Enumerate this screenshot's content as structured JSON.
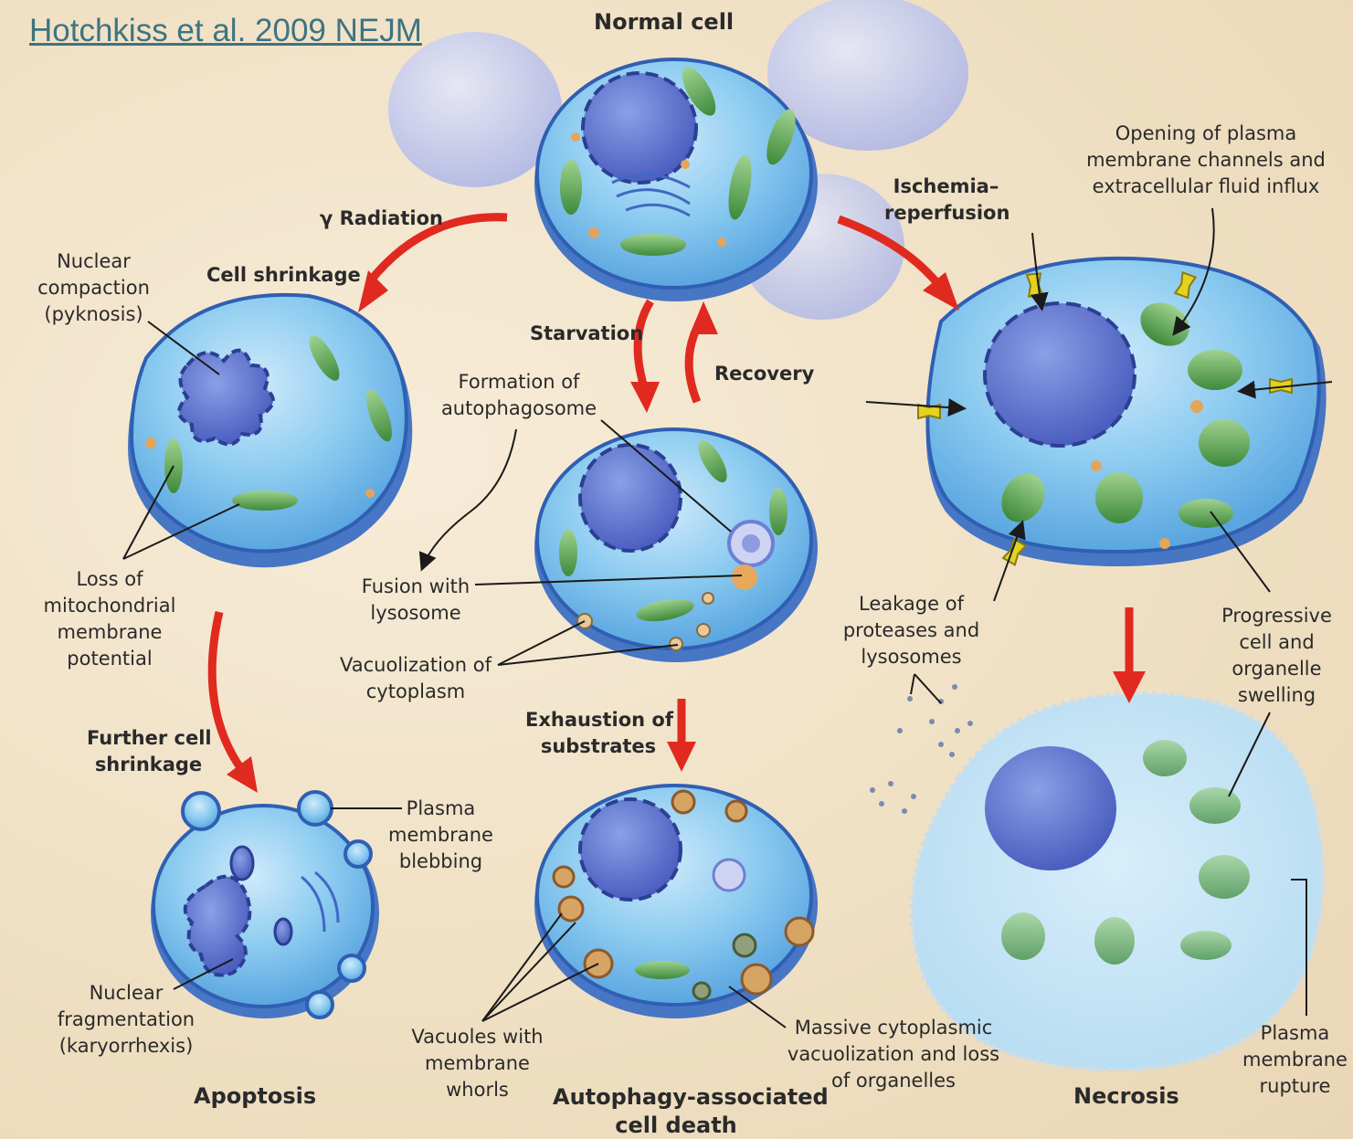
{
  "citation": "Hotchkiss et al. 2009 NEJM",
  "colors": {
    "background": "#efdfc2",
    "cell": "#7fc1ec",
    "membrane": "#2f5fb3",
    "nucleus": "#5b6fc9",
    "mitochondria": "#4f9e4a",
    "arrow": "#e02a20",
    "channel": "#e3d21e"
  },
  "labels": {
    "normal_cell": "Normal cell",
    "gamma_radiation": "γ Radiation",
    "cell_shrinkage": "Cell shrinkage",
    "nuclear_compaction": [
      "Nuclear",
      "compaction",
      "(pyknosis)"
    ],
    "starvation": "Starvation",
    "recovery": "Recovery",
    "ischemia": [
      "Ischemia–",
      "reperfusion"
    ],
    "opening_channels": [
      "Opening of plasma",
      "membrane channels and",
      "extracellular fluid influx"
    ],
    "formation_autophagosome": [
      "Formation of",
      "autophagosome"
    ],
    "fusion_lysosome": [
      "Fusion with",
      "lysosome"
    ],
    "vacuolization": [
      "Vacuolization of",
      "cytoplasm"
    ],
    "loss_mito": [
      "Loss of",
      "mitochondrial",
      "membrane",
      "potential"
    ],
    "leakage": [
      "Leakage of",
      "proteases and",
      "lysosomes"
    ],
    "progressive": [
      "Progressive",
      "cell and",
      "organelle",
      "swelling"
    ],
    "exhaustion": [
      "Exhaustion of",
      "substrates"
    ],
    "further_shrinkage": [
      "Further cell",
      "shrinkage"
    ],
    "blebbing": [
      "Plasma",
      "membrane",
      "blebbing"
    ],
    "nuclear_fragmentation": [
      "Nuclear",
      "fragmentation",
      "(karyorrhexis)"
    ],
    "vacuoles_whorls": [
      "Vacuoles with",
      "membrane",
      "whorls"
    ],
    "massive_vacuolization": [
      "Massive cytoplasmic",
      "vacuolization and loss",
      "of organelles"
    ],
    "membrane_rupture": [
      "Plasma",
      "membrane",
      "rupture"
    ],
    "apoptosis": "Apoptosis",
    "autophagy_death": [
      "Autophagy-associated",
      "cell death"
    ],
    "necrosis": "Necrosis"
  }
}
